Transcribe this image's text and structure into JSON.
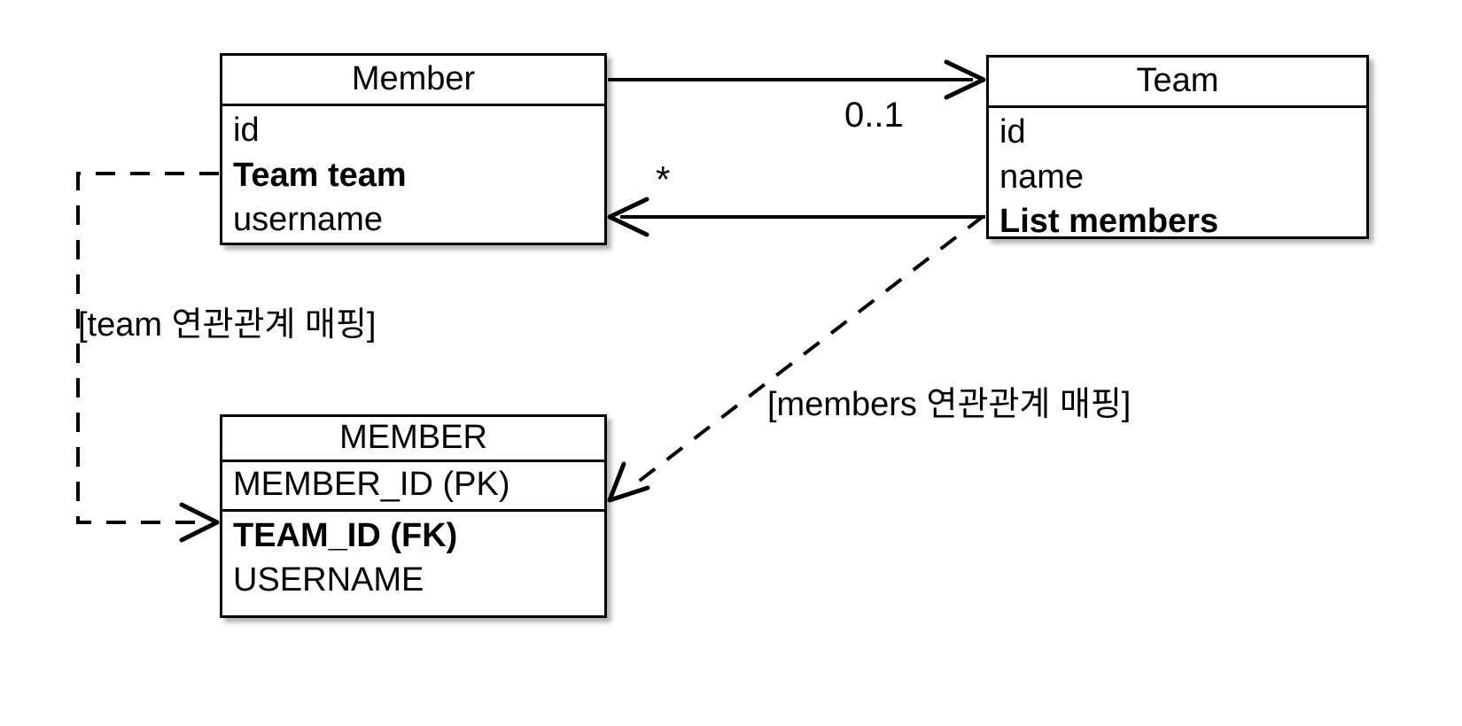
{
  "diagram": {
    "type": "uml-er-mapping-diagram",
    "background_color": "#ffffff",
    "line_color": "#000000",
    "boxes": [
      {
        "id": "member-class",
        "kind": "class",
        "title": "Member",
        "attributes": [
          {
            "text": "id",
            "bold": false,
            "separator_below": false
          },
          {
            "text": "Team team",
            "bold": true,
            "separator_below": false
          },
          {
            "text": "username",
            "bold": false,
            "separator_below": false
          }
        ]
      },
      {
        "id": "team-class",
        "kind": "class",
        "title": "Team",
        "attributes": [
          {
            "text": "id",
            "bold": false,
            "separator_below": false
          },
          {
            "text": "name",
            "bold": false,
            "separator_below": false
          },
          {
            "text": "List members",
            "bold": true,
            "separator_below": false
          }
        ]
      },
      {
        "id": "member-table",
        "kind": "table",
        "title": "MEMBER",
        "attributes": [
          {
            "text": "MEMBER_ID (PK)",
            "bold": false,
            "separator_below": true
          },
          {
            "text": "TEAM_ID (FK)",
            "bold": true,
            "separator_below": false
          },
          {
            "text": "USERNAME",
            "bold": false,
            "separator_below": false
          }
        ]
      }
    ],
    "multiplicities": {
      "member_to_team": "0..1",
      "team_to_member": "*"
    },
    "labels": {
      "team_mapping": "[team 연관관계 매핑]",
      "members_mapping": "[members 연관관계 매핑]"
    },
    "edges": [
      {
        "id": "member-to-team",
        "style": "solid",
        "arrow": "open",
        "from": "member-class",
        "to": "team-class",
        "label": "0..1"
      },
      {
        "id": "team-to-member",
        "style": "solid",
        "arrow": "open",
        "from": "team-class",
        "to": "member-class",
        "label": "*"
      },
      {
        "id": "team-field-mapping",
        "style": "dashed",
        "arrow": "open",
        "from": "member-class",
        "to": "member-table",
        "label": "[team 연관관계 매핑]"
      },
      {
        "id": "members-field-mapping",
        "style": "dashed",
        "arrow": "open",
        "from": "team-class",
        "to": "member-table",
        "label": "[members 연관관계 매핑]"
      }
    ]
  }
}
